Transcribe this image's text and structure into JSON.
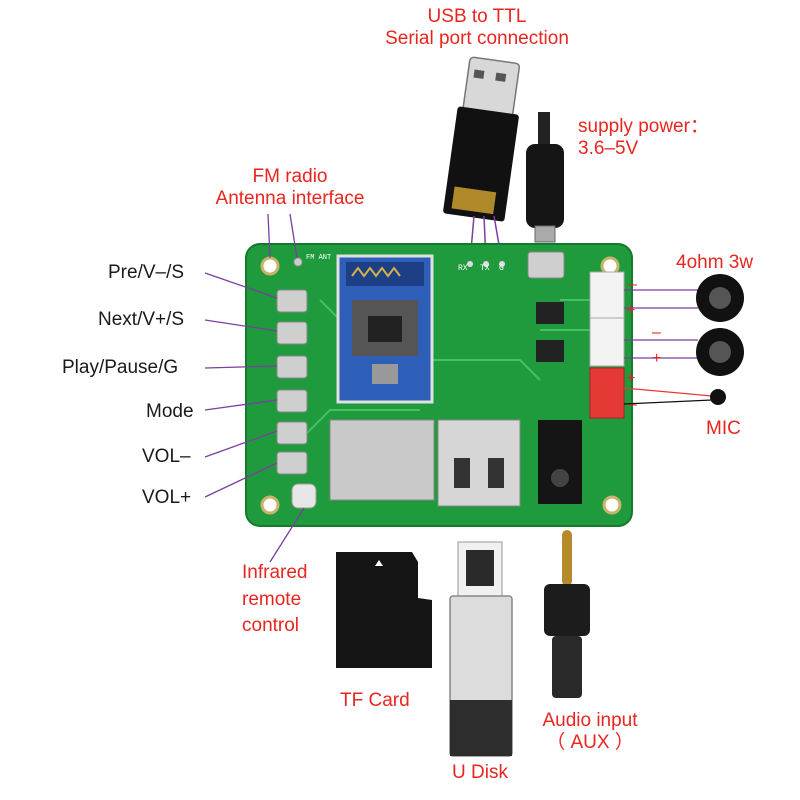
{
  "labels": {
    "usb_ttl": [
      "USB to TTL",
      "Serial port connection"
    ],
    "supply_power": [
      "supply power：",
      "3.6–5V"
    ],
    "fm_radio": [
      "FM radio",
      "Antenna interface"
    ],
    "speaker_spec": "4ohm 3w",
    "mic": "MIC",
    "buttons": [
      "Pre/V–/S",
      "Next/V+/S",
      "Play/Pause/G",
      "Mode",
      "VOL–",
      "VOL+"
    ],
    "infrared": [
      "Infrared",
      "remote",
      "control"
    ],
    "tf_card": "TF Card",
    "u_disk": "U Disk",
    "aux": [
      "Audio input",
      "（ AUX ）"
    ]
  },
  "pins": {
    "serial": [
      "RX",
      "TX",
      "G"
    ],
    "antenna": "FM ANT",
    "speaker_polarity": [
      "–",
      "+",
      "–",
      "+"
    ],
    "mic_polarity": [
      "+",
      "–"
    ]
  },
  "colors": {
    "label_red": "#e8261f",
    "label_black": "#1a1a1a",
    "pcb_green": "#1f9a3c",
    "leader_line": "#7a3fa0"
  },
  "icons": [
    "usb-ttl-adapter-icon",
    "micro-usb-plug-icon",
    "bluetooth-module-icon",
    "speaker-icon",
    "microphone-icon",
    "tf-card-icon",
    "usb-flash-drive-icon",
    "audio-jack-icon",
    "ir-receiver-icon",
    "push-button-icon"
  ]
}
